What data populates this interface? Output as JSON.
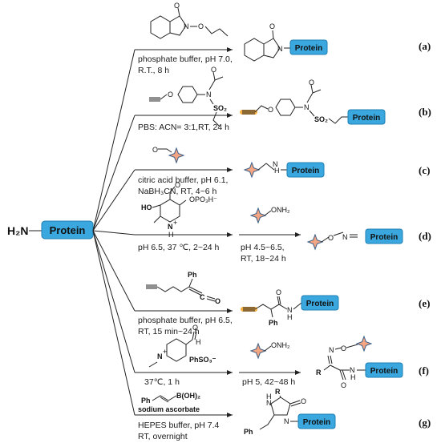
{
  "start": {
    "amine": "H₂N",
    "protein": "Protein"
  },
  "protein_tag": "Protein",
  "colors": {
    "protein_fill": "#3aa8de",
    "protein_stroke": "#1d7fb3",
    "star_fill": "#f4a582",
    "star_stroke": "#3b5f86",
    "alkyne_highlight": "#f5b041"
  },
  "reactions": [
    {
      "label": "(a)",
      "conditions": [
        "phosphate buffer, pH 7.0,",
        "R.T., 8 h"
      ]
    },
    {
      "label": "(b)",
      "conditions": [
        "PBS: ACN= 3:1,RT, 24 h"
      ]
    },
    {
      "label": "(c)",
      "conditions": [
        "citric acid buffer, pH 6.1,",
        "NaBH₃CN, RT, 4~6 h"
      ]
    },
    {
      "label": "(d)",
      "conditions": [
        "pH 6.5, 37 ℃, 2~24 h"
      ],
      "second_step": [
        "pH 4.5~6.5,",
        "RT, 18~24 h"
      ],
      "second_reagent": "ONH₂"
    },
    {
      "label": "(e)",
      "conditions": [
        "phosphate buffer, pH 6.5,",
        "RT, 15 min~24 h"
      ]
    },
    {
      "label": "(f)",
      "conditions": [
        "37℃, 1 h"
      ],
      "second_step": [
        "pH 5, 42~48 h"
      ],
      "second_reagent": "ONH₂"
    },
    {
      "label": "(g)",
      "reagents": [
        "B(OH)₂",
        "sodium ascorbate"
      ],
      "conditions": [
        "HEPES buffer, pH 7.4",
        "RT, overnight"
      ]
    }
  ],
  "atoms": {
    "O": "O",
    "N": "N",
    "NH": "NH",
    "H": "H",
    "HO": "HO",
    "OPO3H": "OPO₃H⁻",
    "Ph": "Ph",
    "SO2": "SO₂",
    "R": "R",
    "PhSO3": "PhSO₃⁻",
    "Nplus": "N",
    "plus": "+",
    "ONH2": "ONH₂",
    "C": "C"
  }
}
